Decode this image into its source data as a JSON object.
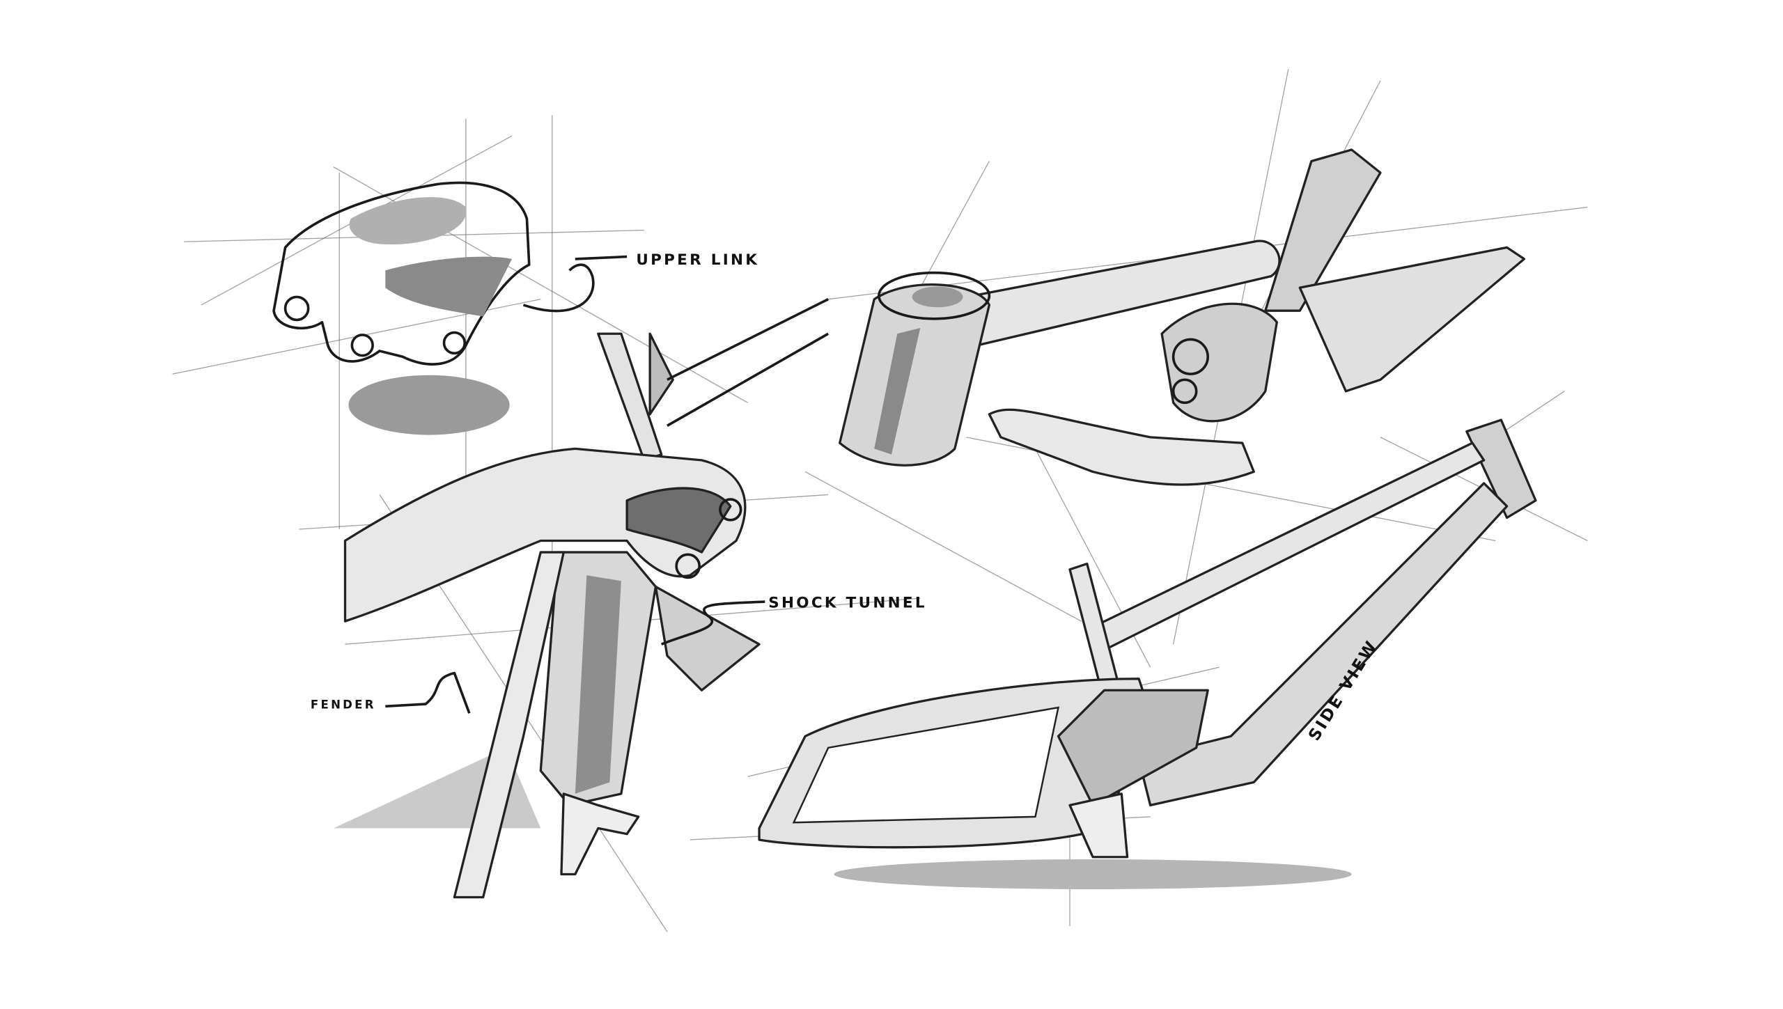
{
  "labels": {
    "upper_link": "UPPER LINK",
    "shock_tunnel": "SHOCK TUNNEL",
    "fender": "FENDER",
    "side_view": "SIDE VIEW"
  },
  "colors": {
    "background": "#ffffff",
    "ink": "#1a1a1a",
    "shade_light": "#d9d9d9",
    "shade_mid": "#a8a8a8",
    "shadow": "#8c8c8c"
  }
}
